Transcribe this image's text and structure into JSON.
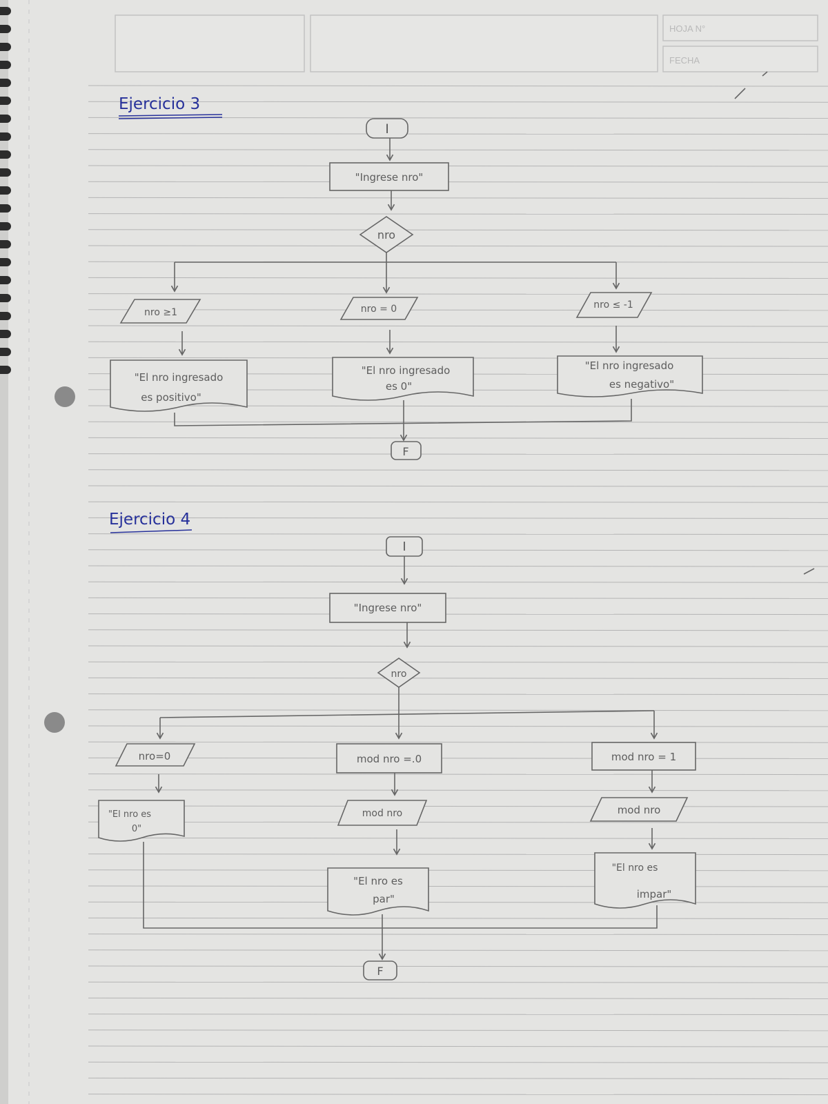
{
  "header": {
    "sheet_label": "HOJA N°",
    "date_label": "FECHA"
  },
  "exercise3": {
    "title": "Ejercicio 3",
    "start": "I",
    "prompt": "\"Ingrese nro\"",
    "input": "nro",
    "branches": {
      "left": {
        "condition": "nro ≥1",
        "output_line1": "\"El nro ingresado",
        "output_line2": "es positivo\""
      },
      "middle": {
        "condition": "nro = 0",
        "output_line1": "\"El nro ingresado",
        "output_line2": "es 0\""
      },
      "right": {
        "condition": "nro ≤ -1",
        "output_line1": "\"El nro ingresado",
        "output_line2": "es negativo\""
      }
    },
    "end": "F"
  },
  "exercise4": {
    "title": "Ejercicio 4",
    "start": "I",
    "prompt": "\"Ingrese nro\"",
    "input": "nro",
    "branches": {
      "left": {
        "condition": "nro=0",
        "output_line1": "\"El nro es",
        "output_line2": "0\""
      },
      "middle": {
        "process": "mod nro =.0",
        "data": "mod nro",
        "output_line1": "\"El nro es",
        "output_line2": "par\""
      },
      "right": {
        "process": "mod nro = 1",
        "data": "mod nro",
        "output_line1": "\"El nro es",
        "output_line2": "impar\""
      }
    },
    "end": "F"
  },
  "colors": {
    "paper": "#e4e4e2",
    "pencil": "#5d5d5d",
    "blue_ink": "#26309a",
    "ruled_line": "#b4b4b4"
  }
}
